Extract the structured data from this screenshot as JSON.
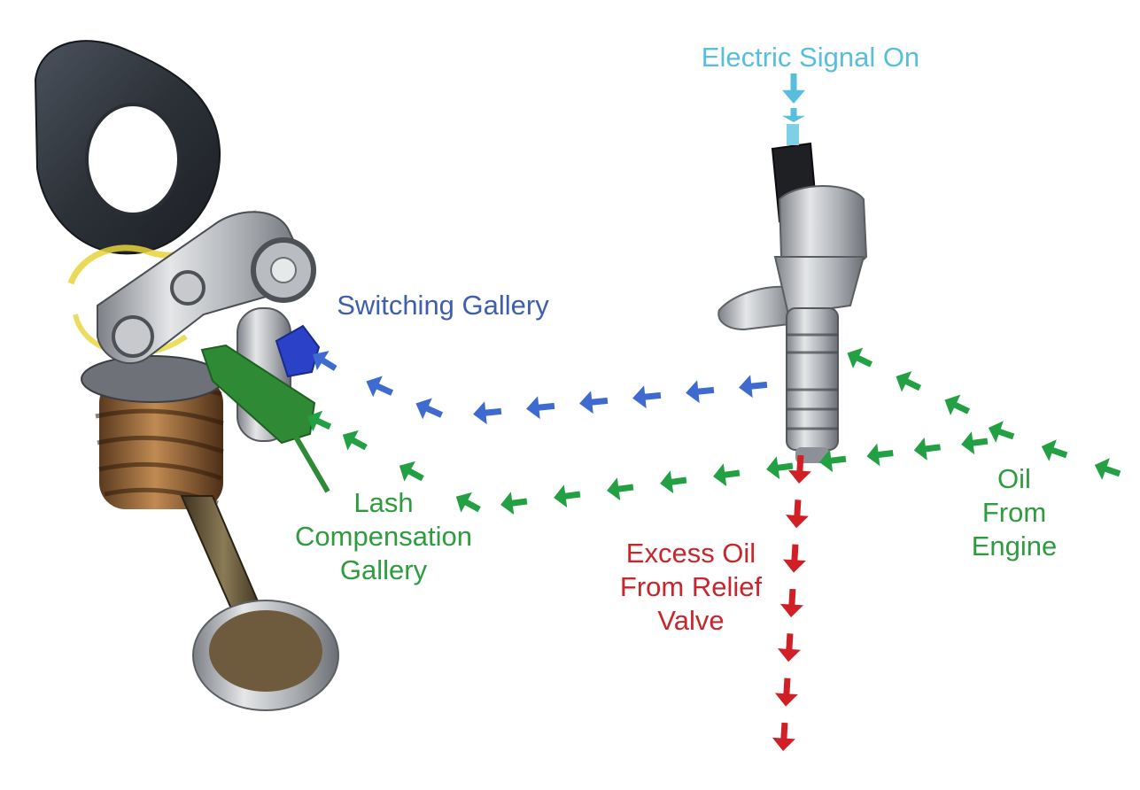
{
  "labels": {
    "signal": {
      "lines": [
        "Electric Signal On"
      ]
    },
    "switching": {
      "lines": [
        "Switching Gallery"
      ]
    },
    "lash": {
      "lines": [
        "Lash",
        "Compensation",
        "Gallery"
      ]
    },
    "excess": {
      "lines": [
        "Excess Oil",
        "From Relief",
        "Valve"
      ]
    },
    "oil": {
      "lines": [
        "Oil",
        "From",
        "Engine"
      ]
    }
  },
  "colors": {
    "signal": "#57bede",
    "switching": "#3d5fae",
    "lash": "#2d9b3e",
    "excess": "#c9252b",
    "oil": "#2d9b3e",
    "arrow_blue": "#3f6bd0",
    "arrow_green": "#22a043",
    "arrow_red": "#d01f25"
  },
  "icons": [
    "rocker-valve-assembly-icon",
    "oil-control-solenoid-icon"
  ]
}
